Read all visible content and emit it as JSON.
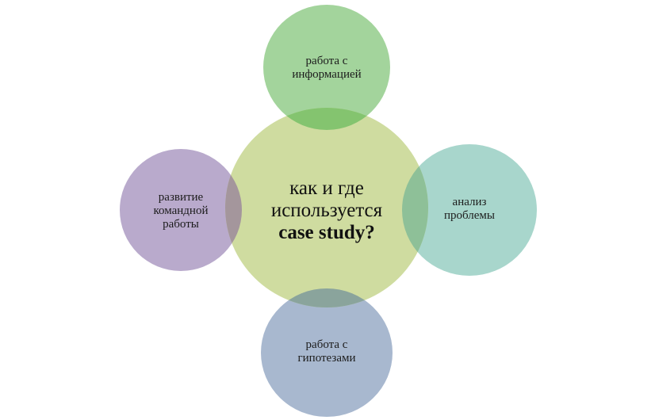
{
  "center": {
    "line1": "как и где",
    "line2": "используется",
    "line3": "case study?",
    "color": "#cfdca0"
  },
  "top": {
    "line1": "работа с",
    "line2": "информацией",
    "color": "#a3d49c",
    "overlap_color": "#84c46f"
  },
  "left": {
    "line1": "развитие",
    "line2": "командной",
    "line3": "работы",
    "color": "#b9aacc",
    "overlap_color": "#a4969c"
  },
  "right": {
    "line1": "анализ",
    "line2": "проблемы",
    "color": "#a8d6cc",
    "overlap_color": "#8ec098"
  },
  "bottom": {
    "line1": "работа с",
    "line2": "гипотезами",
    "color": "#a8b8cf",
    "overlap_color": "#8aa49c"
  }
}
